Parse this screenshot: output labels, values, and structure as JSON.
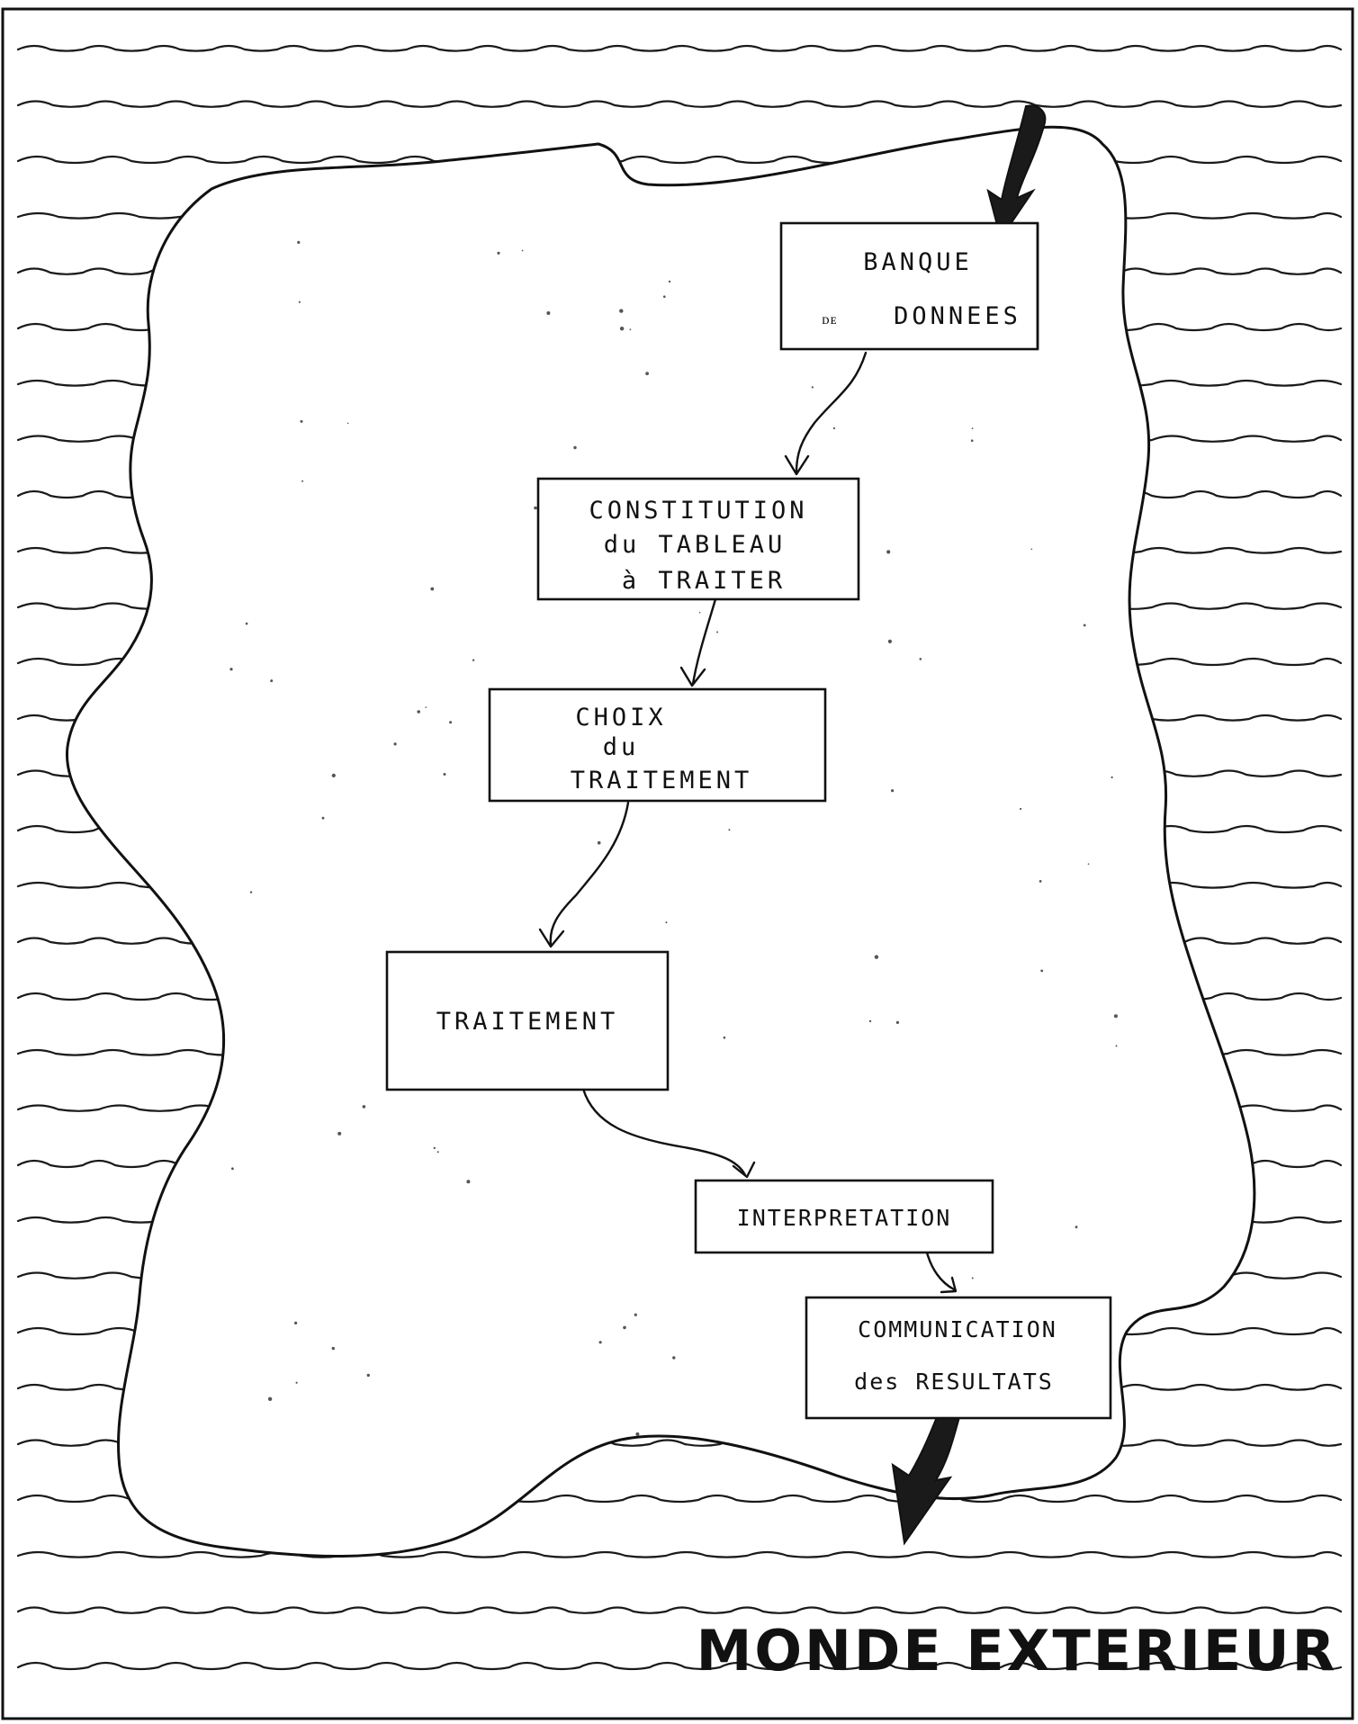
{
  "diagram": {
    "world_label": "MONDE EXTERIEUR",
    "nodes": [
      {
        "id": "banque",
        "lines": [
          "BANQUE",
          "DONNEES"
        ],
        "prefix": "ᴅᴇ"
      },
      {
        "id": "constitution",
        "lines": [
          "CONSTITUTION",
          "du TABLEAU",
          "à TRAITER"
        ]
      },
      {
        "id": "choix",
        "lines": [
          "CHOIX",
          "du",
          "TRAITEMENT"
        ]
      },
      {
        "id": "traitement",
        "lines": [
          "TRAITEMENT"
        ]
      },
      {
        "id": "interpretation",
        "lines": [
          "INTERPRETATION"
        ]
      },
      {
        "id": "communication",
        "lines": [
          "COMMUNICATION",
          "des RESULTATS"
        ]
      }
    ],
    "edges": [
      {
        "from": "monde-exterieur",
        "to": "banque"
      },
      {
        "from": "banque",
        "to": "constitution"
      },
      {
        "from": "constitution",
        "to": "choix"
      },
      {
        "from": "choix",
        "to": "traitement"
      },
      {
        "from": "traitement",
        "to": "interpretation"
      },
      {
        "from": "interpretation",
        "to": "communication"
      },
      {
        "from": "communication",
        "to": "monde-exterieur"
      }
    ]
  }
}
